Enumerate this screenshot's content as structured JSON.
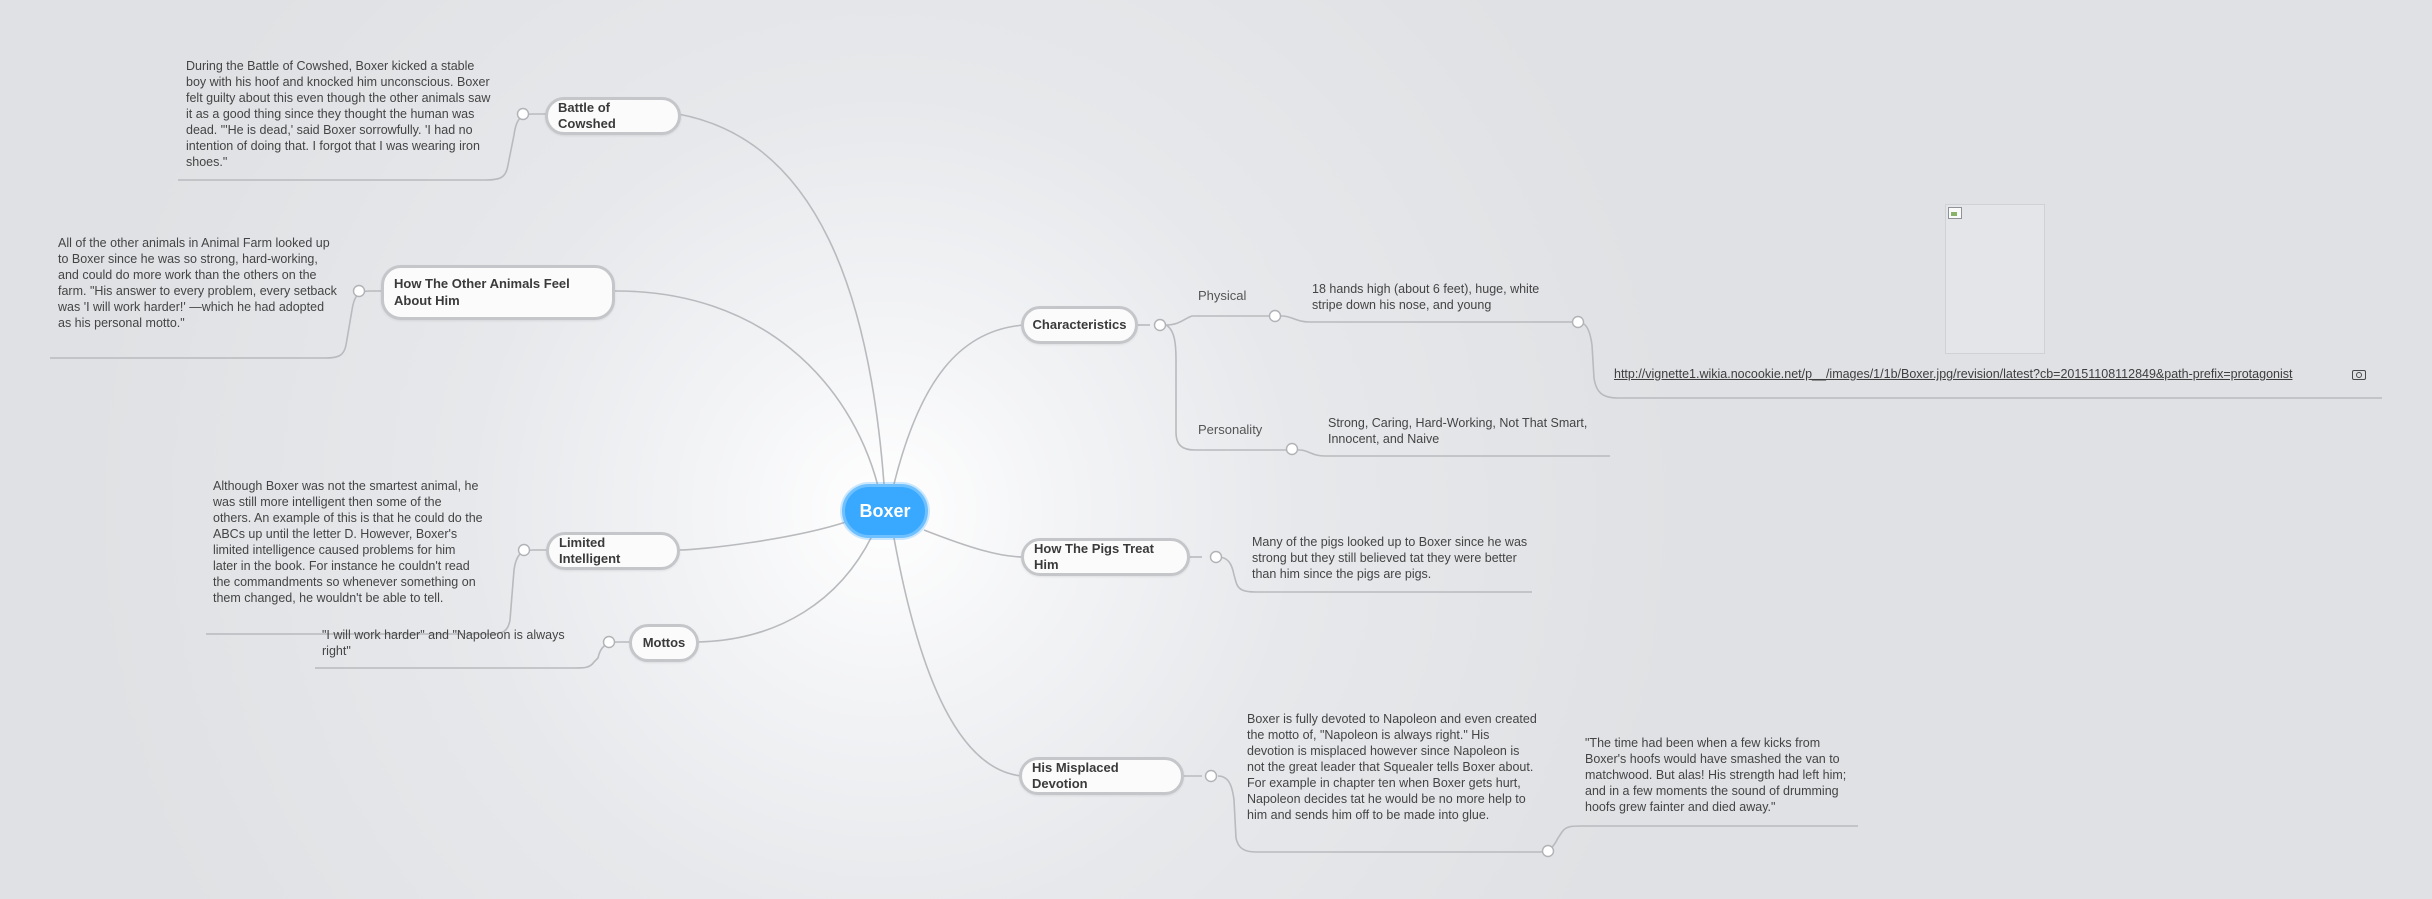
{
  "root": {
    "label": "Boxer"
  },
  "left": {
    "battle": {
      "label": "Battle of Cowshed",
      "note": "During the Battle of Cowshed, Boxer kicked a stable boy with his hoof and knocked him unconscious. Boxer felt guilty about this even though the other animals saw it as a good thing since they thought the human was dead. \"'He is dead,' said Boxer sorrowfully. 'I had no intention of doing that. I forgot that I was wearing iron shoes.\""
    },
    "others": {
      "label": "How The Other Animals Feel About Him",
      "note": "All of the other animals in Animal Farm looked up to Boxer since he was so strong, hard-working, and could do more work than the others on the farm. \"His answer to every problem, every setback was 'I will work harder!' —which he had adopted as his personal motto.\""
    },
    "intelligent": {
      "label": "Limited Intelligent",
      "note": "Although Boxer was not the smartest animal, he was still more intelligent then some of the others. An example of this is that he could do the ABCs up until the letter D. However, Boxer's limited intelligence caused problems for him later in the book. For instance he couldn't read the commandments so whenever something on them changed, he wouldn't be able to tell."
    },
    "mottos": {
      "label": "Mottos",
      "note": "\"I will work harder\" and \"Napoleon is always right\""
    }
  },
  "right": {
    "characteristics": {
      "label": "Characteristics",
      "physical": {
        "label": "Physical",
        "note": "18 hands high (about 6 feet), huge, white stripe down his nose, and young",
        "url": "http://vignette1.wikia.nocookie.net/p__/images/1/1b/Boxer.jpg/revision/latest?cb=20151108112849&path-prefix=protagonist"
      },
      "personality": {
        "label": "Personality",
        "note": "Strong, Caring, Hard-Working, Not That Smart, Innocent, and Naive"
      }
    },
    "pigs": {
      "label": "How The Pigs Treat Him",
      "note": "Many of the pigs looked up to Boxer since he was strong but they still believed tat they were better than him since the pigs are pigs."
    },
    "devotion": {
      "label": "His Misplaced Devotion",
      "note": "Boxer is fully devoted to Napoleon and even created the motto of, \"Napoleon is always right.\" His devotion is misplaced however since Napoleon is not the great leader that Squealer tells Boxer about. For example in chapter ten when Boxer gets hurt, Napoleon decides tat he would be no more help to him and sends him off to be made into glue.",
      "quote": "\"The time had been when a few kicks from Boxer's hoofs would have smashed the van to matchwood. But alas! His strength had left him; and in a few moments the sound of drumming hoofs grew fainter and died away.\""
    }
  },
  "icons": {
    "image": "broken-image-icon",
    "attachment": "image-attachment-icon"
  },
  "colors": {
    "root_fill": "#39a8ff",
    "line": "#b9bbbe",
    "node_border": "#c4c6c9"
  }
}
